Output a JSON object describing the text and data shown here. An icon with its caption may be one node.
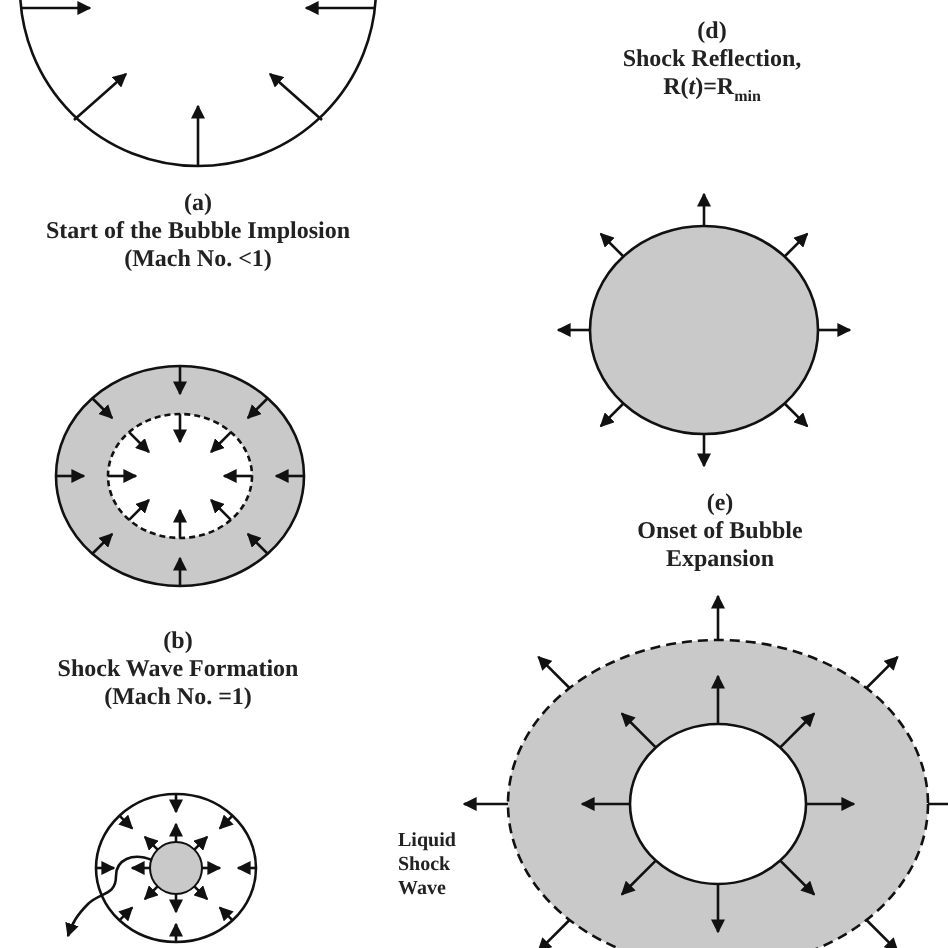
{
  "diagram": {
    "labels": [
      "(d)",
      "Shock Reflection, R(*t*)=R$_{min}$",
      "(a)",
      "Start of the Bubble Implosion",
      "(Mach No. <1)",
      "(e)",
      "Onset of Bubble Expansion",
      "(b)",
      "Shock Wave Formation",
      "(Mach No. =1)",
      "Liquid Shock Wave"
    ]
  }
}
